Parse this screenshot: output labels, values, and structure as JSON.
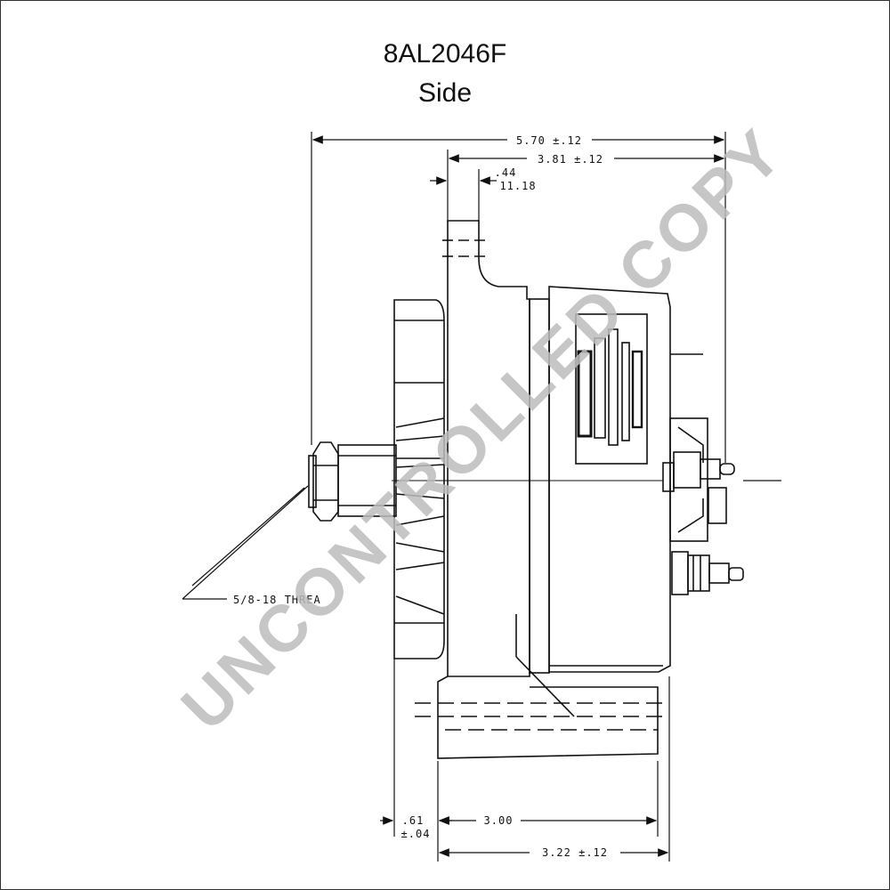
{
  "title": "8AL2046F",
  "subtitle": "Side",
  "watermark": "UNCONTROLLED COPY",
  "dimensions": {
    "overall_length": "5.70 ±.12",
    "body_length": "3.81 ±.12",
    "pulley_offset_top": ".44",
    "pulley_offset_bottom": "11.18",
    "thread_callout": "5/8-18 THREA",
    "front_offset_top": ".61",
    "front_offset_bottom": "±.04",
    "foot_length": "3.00",
    "mount_length": "3.22 ±.12"
  }
}
